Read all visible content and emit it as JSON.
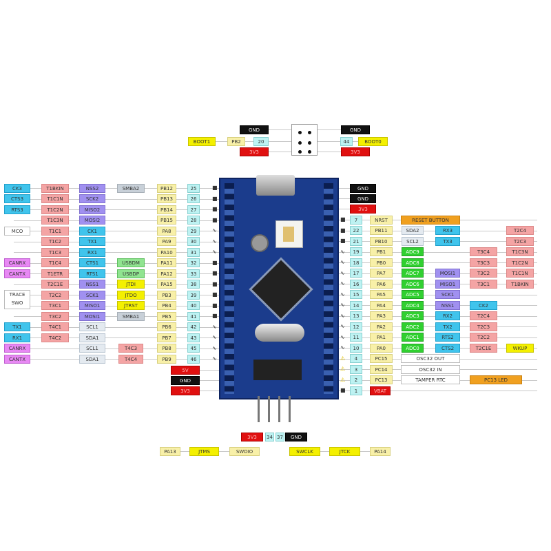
{
  "top_header": {
    "left": {
      "gnd": "GND",
      "boot1": "BOOT1",
      "pin": "PB2",
      "num": "20",
      "v33": "3V3"
    },
    "right": {
      "gnd": "GND",
      "num": "44",
      "boot0": "BOOT0",
      "v33": "3V3"
    }
  },
  "left_rows": [
    {
      "num": "25",
      "pin": "PB12",
      "far": "CK3",
      "timer": "T1BKIN",
      "serial": "NSS2",
      "mid": "SMBA2",
      "marker": "square"
    },
    {
      "num": "26",
      "pin": "PB13",
      "far": "CTS3",
      "timer": "T1C1N",
      "serial": "SCK2",
      "mid": "",
      "marker": "square"
    },
    {
      "num": "27",
      "pin": "PB14",
      "far": "RTS3",
      "timer": "T1C2N",
      "serial": "MISO2",
      "mid": "",
      "marker": "square"
    },
    {
      "num": "28",
      "pin": "PB15",
      "far": "",
      "timer": "T1C3N",
      "serial": "MOSI2",
      "mid": "",
      "marker": "square"
    },
    {
      "num": "29",
      "pin": "PA8",
      "far": "MCO",
      "timer": "T1C1",
      "serial": "CK1",
      "mid": "",
      "marker": "wave"
    },
    {
      "num": "30",
      "pin": "PA9",
      "far": "",
      "timer": "T1C2",
      "serial": "TX1",
      "mid": "",
      "marker": "wave"
    },
    {
      "num": "31",
      "pin": "PA10",
      "far": "",
      "timer": "T1C3",
      "serial": "RX1",
      "mid": "",
      "marker": "wave"
    },
    {
      "num": "32",
      "pin": "PA11",
      "far": "CANRX",
      "timer": "T1C4",
      "serial": "CTS1",
      "mid": "USBDM",
      "marker": "square"
    },
    {
      "num": "33",
      "pin": "PA12",
      "far": "CANTX",
      "timer": "T1ETR",
      "serial": "RTS1",
      "mid": "USBDP",
      "marker": "square"
    },
    {
      "num": "38",
      "pin": "PA15",
      "far": "",
      "timer": "T2C1E",
      "serial": "NSS1",
      "mid": "JTDI",
      "marker": "square"
    },
    {
      "num": "39",
      "pin": "PB3",
      "far": "TRACE SWO",
      "timer": "T2C2",
      "serial": "SCK1",
      "mid": "JTDO",
      "marker": "square"
    },
    {
      "num": "40",
      "pin": "PB4",
      "far": "",
      "timer": "T3C1",
      "serial": "MISO1",
      "mid": "JTRST",
      "marker": "square"
    },
    {
      "num": "41",
      "pin": "PB5",
      "far": "",
      "timer": "T3C2",
      "serial": "MOSI1",
      "mid": "SMBA1",
      "marker": "square"
    },
    {
      "num": "42",
      "pin": "PB6",
      "far": "TX1",
      "timer": "T4C1",
      "serial": "SCL1",
      "mid": "",
      "marker": "wave"
    },
    {
      "num": "43",
      "pin": "PB7",
      "far": "RX1",
      "timer": "T4C2",
      "serial": "SDA1",
      "mid": "",
      "marker": "wave"
    },
    {
      "num": "45",
      "pin": "PB8",
      "far": "CANRX",
      "timer": "",
      "serial": "SCL1",
      "mid": "T4C3",
      "marker": "wave"
    },
    {
      "num": "46",
      "pin": "PB9",
      "far": "CANTX",
      "timer": "",
      "serial": "SDA1",
      "mid": "T4C4",
      "marker": "wave"
    }
  ],
  "left_power": [
    "5V",
    "GND",
    "3V3"
  ],
  "right_power": [
    "GND",
    "GND",
    "3V3"
  ],
  "right_rows": [
    {
      "num": "7",
      "pin": "NRST",
      "a": "RESET BUTTON",
      "b": "",
      "c": "",
      "d": "",
      "marker": "square"
    },
    {
      "num": "22",
      "pin": "PB11",
      "a": "SDA2",
      "b": "RX3",
      "c": "",
      "d": "T2C4",
      "marker": "square"
    },
    {
      "num": "21",
      "pin": "PB10",
      "a": "SCL2",
      "b": "TX3",
      "c": "",
      "d": "T2C3",
      "marker": "square"
    },
    {
      "num": "19",
      "pin": "PB1",
      "a": "ADC9",
      "b": "",
      "c": "T3C4",
      "d": "T1C3N",
      "marker": "wave"
    },
    {
      "num": "18",
      "pin": "PB0",
      "a": "ADC8",
      "b": "",
      "c": "T3C3",
      "d": "T1C2N",
      "marker": "wave"
    },
    {
      "num": "17",
      "pin": "PA7",
      "a": "ADC7",
      "b": "MOSI1",
      "c": "T3C2",
      "d": "T1C1N",
      "marker": "wave"
    },
    {
      "num": "16",
      "pin": "PA6",
      "a": "ADC6",
      "b": "MISO1",
      "c": "T3C1",
      "d": "T1BKIN",
      "marker": "wave"
    },
    {
      "num": "15",
      "pin": "PA5",
      "a": "ADC5",
      "b": "SCK1",
      "c": "",
      "d": "",
      "marker": "wave"
    },
    {
      "num": "14",
      "pin": "PA4",
      "a": "ADC4",
      "b": "NSS1",
      "c": "CK2",
      "d": "",
      "marker": "wave"
    },
    {
      "num": "13",
      "pin": "PA3",
      "a": "ADC3",
      "b": "RX2",
      "c": "T2C4",
      "d": "",
      "marker": "wave"
    },
    {
      "num": "12",
      "pin": "PA2",
      "a": "ADC2",
      "b": "TX2",
      "c": "T2C3",
      "d": "",
      "marker": "wave"
    },
    {
      "num": "11",
      "pin": "PA1",
      "a": "ADC1",
      "b": "RTS2",
      "c": "T2C2",
      "d": "",
      "marker": "wave"
    },
    {
      "num": "10",
      "pin": "PA0",
      "a": "ADC0",
      "b": "CTS2",
      "c": "T2C1E",
      "d": "WKUP",
      "marker": "wave"
    },
    {
      "num": "4",
      "pin": "PC15",
      "a": "OSC32 OUT",
      "b": "",
      "c": "",
      "d": "",
      "marker": "warning"
    },
    {
      "num": "3",
      "pin": "PC14",
      "a": "OSC32 IN",
      "b": "",
      "c": "",
      "d": "",
      "marker": "warning"
    },
    {
      "num": "2",
      "pin": "PC13",
      "a": "TAMPER RTC",
      "b": "",
      "c": "PC13 LED",
      "d": "",
      "marker": "warning"
    },
    {
      "num": "1",
      "pin": "VBAT",
      "a": "",
      "b": "",
      "c": "",
      "d": "",
      "marker": "square"
    }
  ],
  "bottom_header": {
    "pins": [
      "3V3",
      "34",
      "37",
      "GND"
    ],
    "left_labels": [
      "PA13",
      "JTMS",
      "SWDIO"
    ],
    "right_labels": [
      "SWCLK",
      "JTCK",
      "PA14"
    ]
  },
  "colors": {
    "board": "#1b3c8c",
    "timer": "#f4a4a4",
    "spi": "#a090f0",
    "uart": "#40c4ec",
    "adc": "#30d030",
    "jtag": "#f4f000",
    "pin": "#f8f0a8",
    "pin_number": "#bdf2f2",
    "can": "#e888f4",
    "power": "#e01010",
    "ground": "#111111",
    "orange": "#f0a020"
  }
}
